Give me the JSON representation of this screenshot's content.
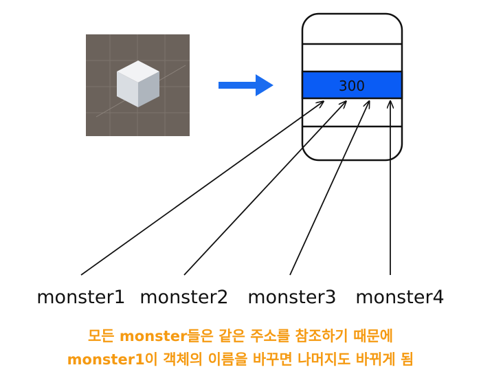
{
  "memory": {
    "value": "300",
    "highlight_color": "#0a5cf5"
  },
  "arrow_color": "#1a6cf0",
  "scene": {
    "background_color": "#6b625b",
    "grid_color": "#8a817a",
    "object": "cube"
  },
  "labels": [
    "monster1",
    "monster2",
    "monster3",
    "monster4"
  ],
  "caption": {
    "line1": "모든 monster들은 같은 주소를 참조하기 때문에",
    "line2": "monster1이 객체의 이름을 바꾸면 나머지도 바뀌게 됨",
    "color": "#f59a12"
  }
}
